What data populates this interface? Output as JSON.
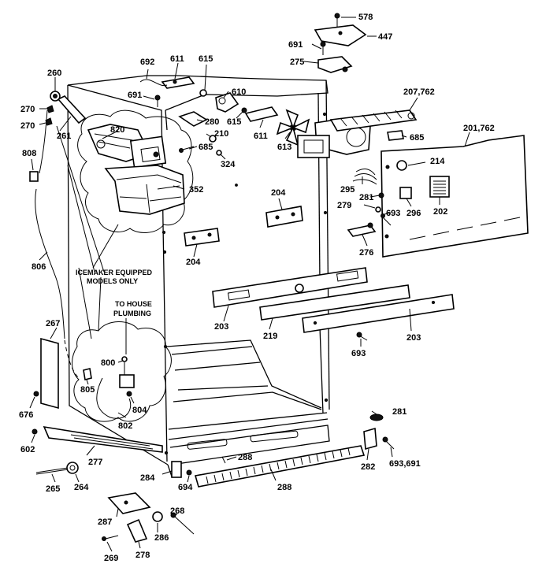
{
  "diagram": {
    "part_labels": {
      "p578": "578",
      "p447": "447",
      "p691a": "691",
      "p275": "275",
      "p207": "207,762",
      "p260": "260",
      "p692": "692",
      "p611a": "611",
      "p615a": "615",
      "p691b": "691",
      "p610": "610",
      "p270a": "270",
      "p270b": "270",
      "p820": "820",
      "p280": "280",
      "p615b": "615",
      "p261": "261",
      "p210": "210",
      "p611b": "611",
      "p613": "613",
      "p685a": "685",
      "p685b": "685",
      "p201": "201,762",
      "p808": "808",
      "p324": "324",
      "p214": "214",
      "p352": "352",
      "p204a": "204",
      "p295": "295",
      "p281a": "281",
      "p296": "296",
      "p202": "202",
      "p279": "279",
      "p693a": "693",
      "p204b": "204",
      "p276": "276",
      "p806": "806",
      "p203a": "203",
      "p219": "219",
      "p203b": "203",
      "p267": "267",
      "p693b": "693",
      "p800": "800",
      "p805": "805",
      "p804": "804",
      "p802": "802",
      "p676": "676",
      "p281b": "281",
      "p602": "602",
      "p277": "277",
      "p288a": "288",
      "p282": "282",
      "p693c": "693,691",
      "p284": "284",
      "p694": "694",
      "p265": "265",
      "p264": "264",
      "p288b": "288",
      "p287": "287",
      "p268": "268",
      "p286": "286",
      "p269": "269",
      "p278": "278"
    },
    "notes": {
      "icemaker_line1": "ICEMAKER EQUIPPED",
      "icemaker_line2": "MODELS ONLY",
      "plumbing_line1": "TO HOUSE",
      "plumbing_line2": "PLUMBING"
    }
  }
}
